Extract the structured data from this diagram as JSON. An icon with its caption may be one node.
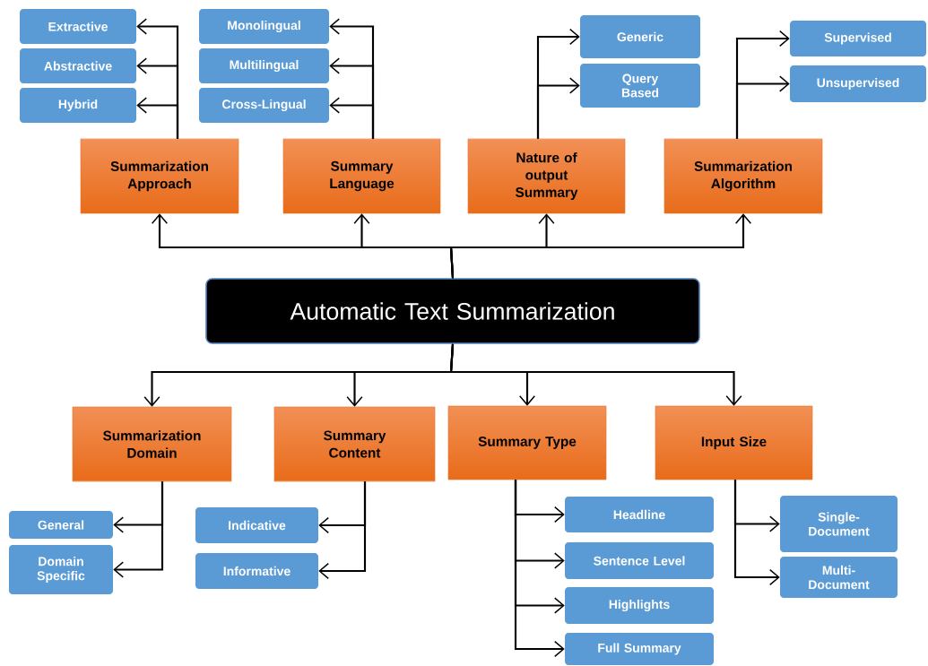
{
  "diagram": {
    "nodes": [
      {
        "text": [
          "Automatic Text Summarization"
        ]
      },
      {
        "text": [
          "Summarization Approach"
        ]
      },
      {
        "text": [
          "Summary Language"
        ]
      },
      {
        "text": [
          "Nature of output Summary"
        ]
      },
      {
        "text": [
          "Summarization Algorithm"
        ]
      },
      {
        "text": [
          "Extractive"
        ]
      },
      {
        "text": [
          "Abstractive"
        ]
      },
      {
        "text": [
          "Hybrid"
        ]
      },
      {
        "text": [
          "Monolingual"
        ]
      },
      {
        "text": [
          "Multilingual"
        ]
      },
      {
        "text": [
          "Cross-Lingual"
        ]
      },
      {
        "text": [
          "Generic"
        ]
      },
      {
        "text": [
          "Query Based"
        ]
      },
      {
        "text": [
          "Supervised"
        ]
      },
      {
        "text": [
          "Unsupervised"
        ]
      },
      {
        "text": [
          "Summarization Domain"
        ]
      },
      {
        "text": [
          "Summary Content"
        ]
      },
      {
        "text": [
          "Summary Type"
        ]
      },
      {
        "text": [
          "Input Size"
        ]
      },
      {
        "text": [
          "General"
        ]
      },
      {
        "text": [
          "Domain Specific"
        ]
      },
      {
        "text": [
          "Indicative"
        ]
      },
      {
        "text": [
          "Informative"
        ]
      },
      {
        "text": [
          "Headline"
        ]
      },
      {
        "text": [
          "Sentence Level"
        ]
      },
      {
        "text": [
          "Highlights"
        ]
      },
      {
        "text": [
          "Full Summary"
        ]
      },
      {
        "text": [
          "Single-Document"
        ]
      },
      {
        "text": [
          "Multi-Document"
        ]
      }
    ],
    "edges": [
      {
        "from": 0,
        "to": 1,
        "arrow": "to"
      },
      {
        "from": 0,
        "to": 2,
        "arrow": "to"
      },
      {
        "from": 0,
        "to": 3,
        "arrow": "to"
      },
      {
        "from": 0,
        "to": 4,
        "arrow": "to"
      },
      {
        "from": 0,
        "to": 15,
        "arrow": "to"
      },
      {
        "from": 0,
        "to": 16,
        "arrow": "to"
      },
      {
        "from": 0,
        "to": 17,
        "arrow": "to"
      },
      {
        "from": 0,
        "to": 18,
        "arrow": "to"
      },
      {
        "from": 1,
        "to": 5,
        "arrow": "to"
      },
      {
        "from": 1,
        "to": 6,
        "arrow": "to"
      },
      {
        "from": 1,
        "to": 7,
        "arrow": "to"
      },
      {
        "from": 2,
        "to": 8,
        "arrow": "to"
      },
      {
        "from": 2,
        "to": 9,
        "arrow": "to"
      },
      {
        "from": 2,
        "to": 10,
        "arrow": "to"
      },
      {
        "from": 3,
        "to": 11,
        "arrow": "to"
      },
      {
        "from": 3,
        "to": 12,
        "arrow": "to"
      },
      {
        "from": 4,
        "to": 13,
        "arrow": "to"
      },
      {
        "from": 4,
        "to": 14,
        "arrow": "to"
      },
      {
        "from": 15,
        "to": 19,
        "arrow": "to"
      },
      {
        "from": 15,
        "to": 20,
        "arrow": "to"
      },
      {
        "from": 16,
        "to": 21,
        "arrow": "to"
      },
      {
        "from": 16,
        "to": 22,
        "arrow": "to"
      },
      {
        "from": 17,
        "to": 23,
        "arrow": "to"
      },
      {
        "from": 17,
        "to": 24,
        "arrow": "to"
      },
      {
        "from": 17,
        "to": 25,
        "arrow": "to"
      },
      {
        "from": 17,
        "to": 26,
        "arrow": "to"
      },
      {
        "from": 18,
        "to": 27,
        "arrow": "to"
      },
      {
        "from": 18,
        "to": 28,
        "arrow": "to"
      }
    ]
  }
}
